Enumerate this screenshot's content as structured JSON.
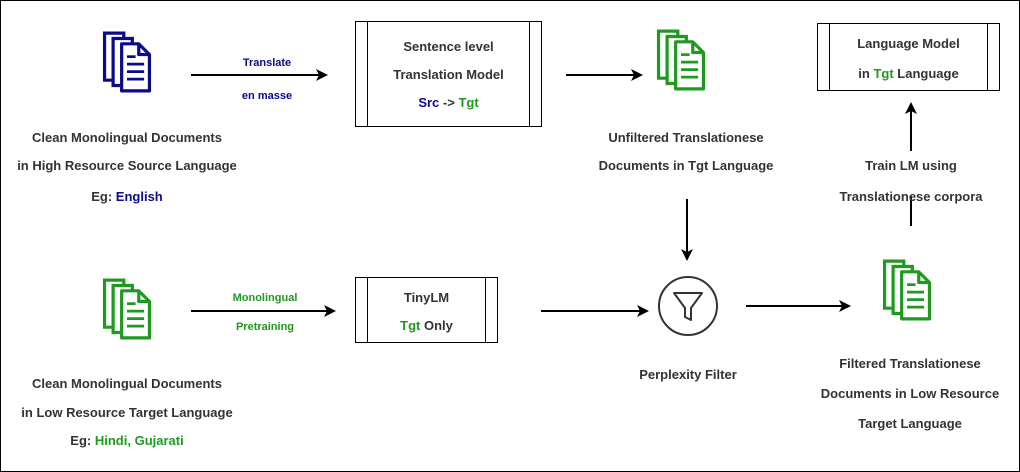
{
  "palette": {
    "text": "#333333",
    "source_blue": "#0b0b8a",
    "target_green": "#1f9a1f",
    "stroke": "#000000"
  },
  "icons": [
    "document-stack-icon-blue",
    "document-stack-icon-green",
    "funnel-filter-icon",
    "arrow-icon"
  ],
  "source_docs": {
    "line1": "Clean Monolingual Documents",
    "line2": "in High Resource Source Language",
    "eg_prefix": "Eg: ",
    "eg_value": "English"
  },
  "translate_label": {
    "line1": "Translate",
    "line2": "en masse"
  },
  "translation_model": {
    "line1": "Sentence level",
    "line2": "Translation Model",
    "src": "Src",
    "arrow": " -> ",
    "tgt": "Tgt"
  },
  "unfiltered": {
    "line1": "Unfiltered Translationese",
    "line2": "Documents in Tgt Language"
  },
  "language_model": {
    "line1": "Language Model",
    "line2_prefix": "in ",
    "line2_tgt": "Tgt",
    "line2_suffix": " Language"
  },
  "train_label": {
    "line1": "Train LM using",
    "line2": "Translationese corpora"
  },
  "target_docs": {
    "line1": "Clean Monolingual Documents",
    "line2": "in Low Resource Target Language",
    "eg_prefix": "Eg: ",
    "eg_value": "Hindi, Gujarati"
  },
  "pretrain_label": {
    "line1": "Monolingual",
    "line2": "Pretraining"
  },
  "tinylm": {
    "line1": "TinyLM",
    "line2_tgt": "Tgt",
    "line2_suffix": " Only"
  },
  "perplexity_filter": {
    "label": "Perplexity Filter"
  },
  "filtered": {
    "line1": "Filtered Translationese",
    "line2": "Documents in Low Resource",
    "line3": "Target Language"
  }
}
